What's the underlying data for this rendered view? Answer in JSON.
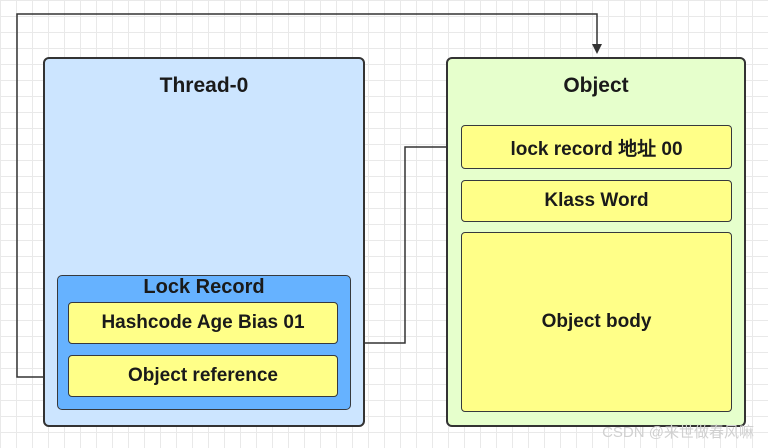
{
  "thread": {
    "title": "Thread-0"
  },
  "object": {
    "title": "Object",
    "mark_word": "lock record 地址 00",
    "klass_word": "Klass Word",
    "body": "Object body"
  },
  "lock_record": {
    "title": "Lock Record",
    "hashcode_row": "Hashcode Age Bias 01",
    "reference_row": "Object reference"
  },
  "watermark": "CSDN @来世做春风嘛",
  "colors": {
    "thread_fill": "#cce5ff",
    "object_fill": "#e6ffcc",
    "lock_record_fill": "#66b2ff",
    "cell_fill": "#ffff88",
    "connector": "#333333"
  }
}
